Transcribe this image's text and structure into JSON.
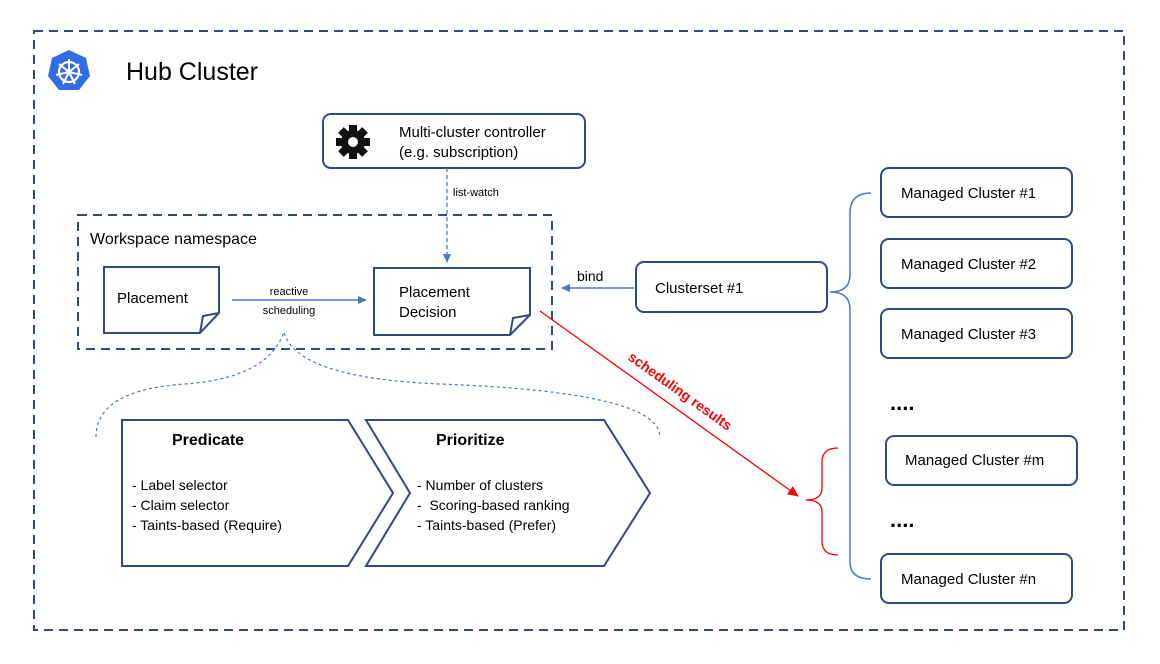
{
  "hub": {
    "title": "Hub Cluster",
    "icon": "kubernetes-helm-icon"
  },
  "controller": {
    "line1": "Multi-cluster controller",
    "line2": "(e.g. subscription)",
    "icon": "gear-icon"
  },
  "edges": {
    "list_watch": "list-watch",
    "reactive_line1": "reactive",
    "reactive_line2": "scheduling",
    "bind": "bind",
    "scheduling_results": "scheduling results"
  },
  "workspace": {
    "label": "Workspace namespace"
  },
  "placement": {
    "label": "Placement"
  },
  "decision": {
    "line1": "Placement",
    "line2": "Decision"
  },
  "clusterset": {
    "label": "Clusterset #1"
  },
  "predicate": {
    "title": "Predicate",
    "items": [
      "- Label selector",
      "- Claim selector",
      "- Taints-based (Require)"
    ]
  },
  "prioritize": {
    "title": "Prioritize",
    "items": [
      "- Number of clusters",
      "-  Scoring-based ranking",
      "- Taints-based (Prefer)"
    ]
  },
  "managed_clusters": [
    "Managed Cluster #1",
    "Managed Cluster #2",
    "Managed Cluster #3",
    "Managed Cluster #m",
    "Managed Cluster #n"
  ],
  "ellipsis": [
    "....",
    "...."
  ],
  "colors": {
    "outline": "#2f4b7c",
    "arrow": "#4a78c2",
    "highlight": "#ff0000",
    "text": "#000000"
  }
}
